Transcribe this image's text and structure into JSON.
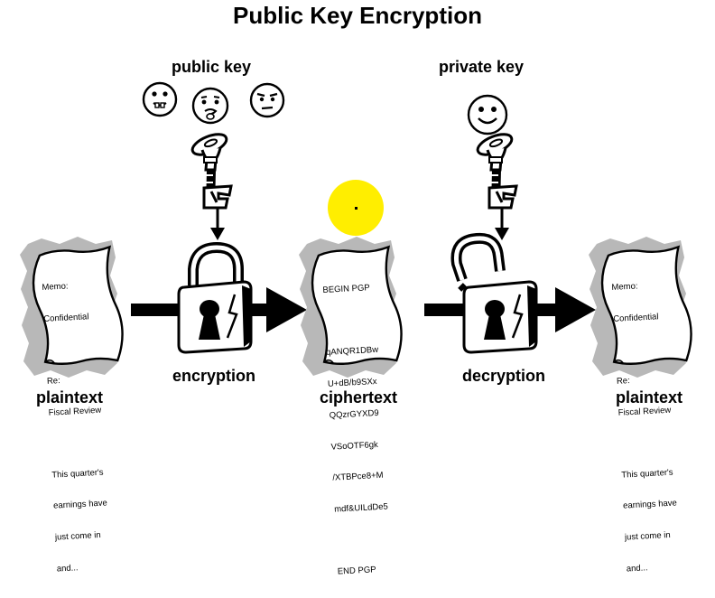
{
  "title": "Public Key Encryption",
  "labels": {
    "public_key": "public key",
    "private_key": "private key",
    "encryption": "encryption",
    "decryption": "decryption",
    "plaintext_left": "plaintext",
    "ciphertext": "ciphertext",
    "plaintext_right": "plaintext"
  },
  "documents": {
    "plaintext_left": [
      "Memo:",
      "Confidential",
      "",
      "Re:",
      "Fiscal Review",
      "",
      "This quarter's",
      "earnings have",
      "just come in",
      "and..."
    ],
    "ciphertext": [
      "BEGIN PGP",
      "",
      "qANQR1DBw",
      "U+dB/b9SXx",
      "QQzrGYXD9",
      "VSoOTF6gk",
      "/XTBPce8+M",
      "mdf&UILdDe5",
      "",
      "END PGP"
    ],
    "plaintext_right": [
      "Memo:",
      "Confidential",
      "",
      "Re:",
      "Fiscal Review",
      "",
      "This quarter's",
      "earnings have",
      "just come in",
      "and..."
    ]
  },
  "icons": {
    "faces_public": [
      "toothy-face-icon",
      "smirk-face-icon",
      "frown-face-icon"
    ],
    "face_private": "smile-face-icon",
    "key": "key-icon",
    "lock_closed": "padlock-closed-icon",
    "lock_open": "padlock-open-icon",
    "cursor": "cursor-highlight-icon"
  },
  "colors": {
    "ink": "#000000",
    "paper": "#ffffff",
    "shadow": "#b8b8b8",
    "highlight": "#ffee00"
  }
}
